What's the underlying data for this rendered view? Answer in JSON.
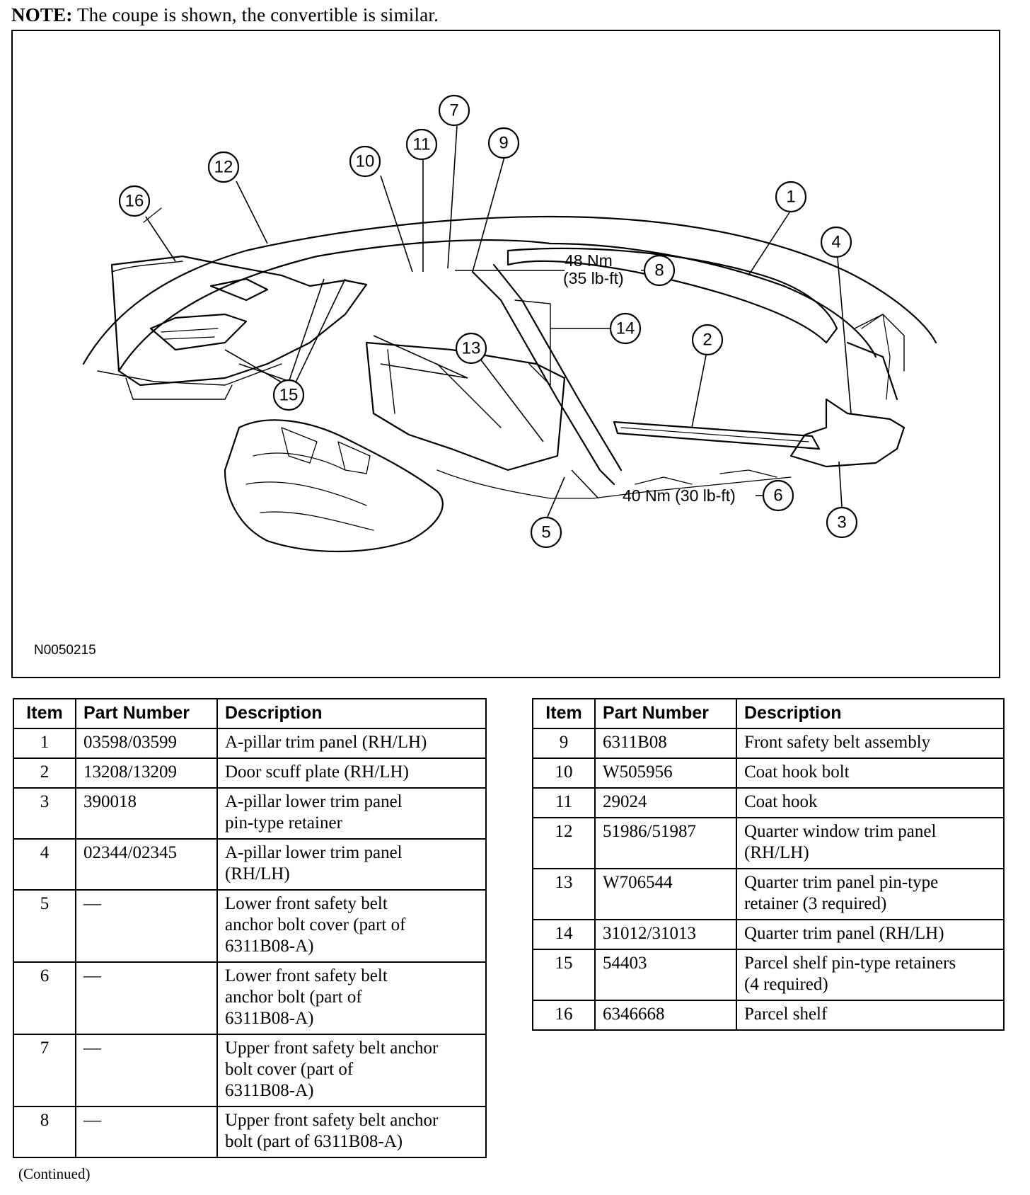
{
  "note": {
    "label": "NOTE:",
    "text": " The coupe is shown, the convertible is similar."
  },
  "figure": {
    "id": "N0050215",
    "callouts": [
      "1",
      "2",
      "3",
      "4",
      "5",
      "6",
      "7",
      "8",
      "9",
      "10",
      "11",
      "12",
      "13",
      "14",
      "15",
      "16"
    ],
    "torque_upper": [
      "48 Nm",
      "(35 lb-ft)"
    ],
    "torque_lower": "40 Nm (30 lb-ft)"
  },
  "table": {
    "headers": {
      "item": "Item",
      "part": "Part Number",
      "desc": "Description"
    },
    "left": [
      {
        "item": "1",
        "part": "03598/03599",
        "desc": [
          "A-pillar trim panel (RH/LH)"
        ]
      },
      {
        "item": "2",
        "part": "13208/13209",
        "desc": [
          "Door scuff plate (RH/LH)"
        ]
      },
      {
        "item": "3",
        "part": "390018",
        "desc": [
          "A-pillar lower trim panel",
          "pin-type retainer"
        ]
      },
      {
        "item": "4",
        "part": "02344/02345",
        "desc": [
          "A-pillar lower trim panel",
          "(RH/LH)"
        ]
      },
      {
        "item": "5",
        "part": "—",
        "desc": [
          "Lower front safety belt",
          "anchor bolt cover (part of",
          "6311B08-A)"
        ]
      },
      {
        "item": "6",
        "part": "—",
        "desc": [
          "Lower front safety belt",
          "anchor bolt (part of",
          "6311B08-A)"
        ]
      },
      {
        "item": "7",
        "part": "—",
        "desc": [
          "Upper front safety belt anchor",
          "bolt cover (part of",
          "6311B08-A)"
        ]
      },
      {
        "item": "8",
        "part": "—",
        "desc": [
          "Upper front safety belt anchor",
          "bolt (part of 6311B08-A)"
        ]
      }
    ],
    "right": [
      {
        "item": "9",
        "part": "6311B08",
        "desc": [
          "Front safety belt assembly"
        ]
      },
      {
        "item": "10",
        "part": "W505956",
        "desc": [
          "Coat hook bolt"
        ]
      },
      {
        "item": "11",
        "part": "29024",
        "desc": [
          "Coat hook"
        ]
      },
      {
        "item": "12",
        "part": "51986/51987",
        "desc": [
          "Quarter window trim panel",
          "(RH/LH)"
        ]
      },
      {
        "item": "13",
        "part": "W706544",
        "desc": [
          "Quarter trim panel pin-type",
          "retainer (3 required)"
        ]
      },
      {
        "item": "14",
        "part": "31012/31013",
        "desc": [
          "Quarter trim panel (RH/LH)"
        ]
      },
      {
        "item": "15",
        "part": "54403",
        "desc": [
          "Parcel shelf pin-type retainers",
          "(4 required)"
        ]
      },
      {
        "item": "16",
        "part": "6346668",
        "desc": [
          "Parcel shelf"
        ]
      }
    ]
  },
  "continued": "(Continued)"
}
